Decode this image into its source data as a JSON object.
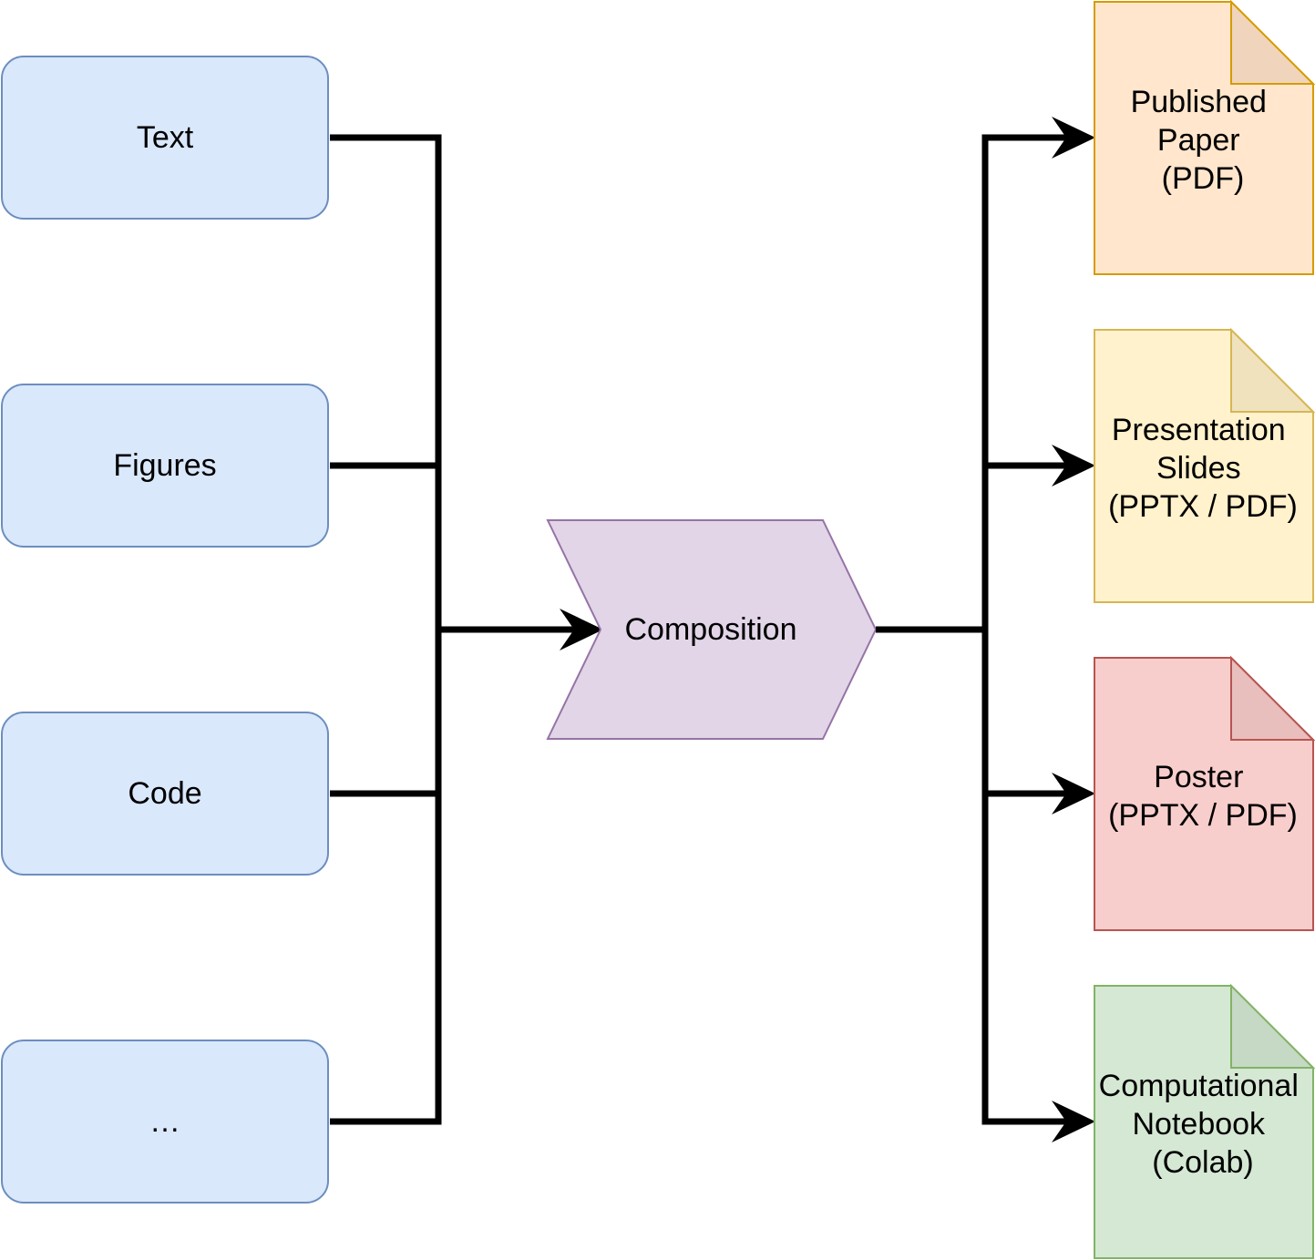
{
  "inputs": [
    {
      "label": "Text"
    },
    {
      "label": "Figures"
    },
    {
      "label": "Code"
    },
    {
      "label": "…"
    }
  ],
  "process": {
    "label": "Composition"
  },
  "outputs": [
    {
      "lines": [
        "Published",
        "Paper",
        "(PDF)"
      ],
      "fill": "#ffe6cc",
      "stroke": "#d79b00",
      "fold": "#f0d5bc"
    },
    {
      "lines": [
        "Presentation",
        "Slides",
        "(PPTX / PDF)"
      ],
      "fill": "#fff2cc",
      "stroke": "#d6b656",
      "fold": "#efe2bd"
    },
    {
      "lines": [
        "Poster",
        "(PPTX / PDF)"
      ],
      "fill": "#f8cecc",
      "stroke": "#b85450",
      "fold": "#e8bfbd"
    },
    {
      "lines": [
        "Computational",
        "Notebook",
        "(Colab)"
      ],
      "fill": "#d5e8d4",
      "stroke": "#82b366",
      "fold": "#c6d9c5"
    }
  ],
  "colors": {
    "input_fill": "#dae8fc",
    "input_stroke": "#6c8ebf",
    "process_fill": "#e1d5e7",
    "process_stroke": "#9673a6",
    "connector": "#000000"
  }
}
